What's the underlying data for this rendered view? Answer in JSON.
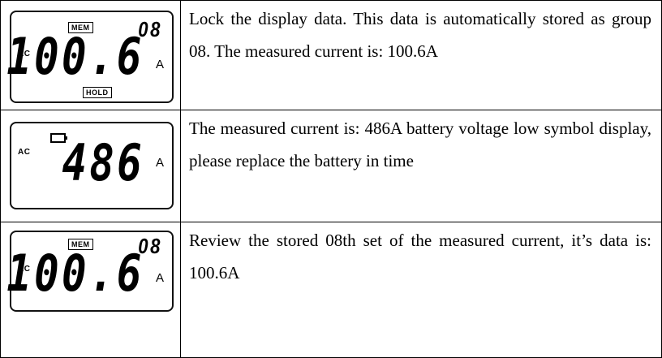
{
  "rows": [
    {
      "lcd": {
        "ac": "AC",
        "mem": "MEM",
        "group": "08",
        "value": "100.6",
        "unit": "A",
        "hold": "HOLD"
      },
      "description": "Lock the display data. This data is automatically stored as group 08. The measured current is: 100.6A"
    },
    {
      "lcd": {
        "ac": "AC",
        "battery_icon": "battery-low-icon",
        "value": "486",
        "unit": "A"
      },
      "description": "The measured current is: 486A battery voltage low symbol display, please replace the battery in time"
    },
    {
      "lcd": {
        "ac": "AC",
        "mem": "MEM",
        "group": "08",
        "value": "100.6",
        "unit": "A"
      },
      "description": "Review the stored 08th set of the measured current, it’s data is: 100.6A"
    }
  ]
}
